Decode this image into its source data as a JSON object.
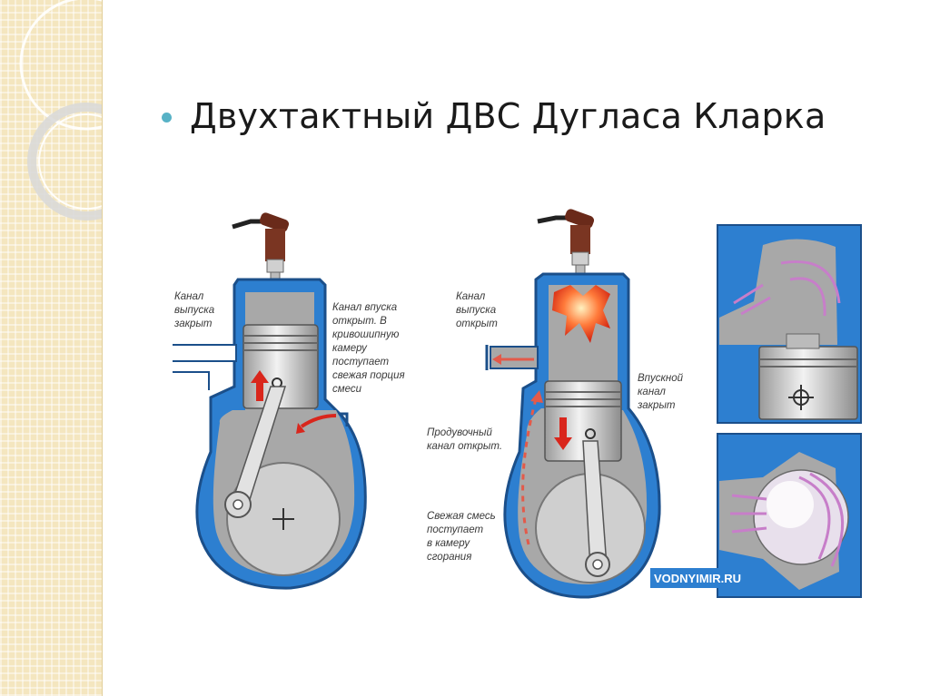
{
  "slide": {
    "title": "Двухтактный ДВС  Дугласа Кларка"
  },
  "diagram": {
    "left_labels": {
      "exhaust_closed": [
        "Канал",
        "выпуска",
        "закрыт"
      ],
      "intake_open": [
        "Канал впуска",
        "открыт. В",
        "кривошипную",
        "камеру",
        "поступает",
        "свежая порция",
        "смеси"
      ]
    },
    "middle_labels": {
      "exhaust_open": [
        "Канал",
        "выпуска",
        "открыт"
      ],
      "intake_closed": [
        "Впускной",
        "канал",
        "закрыт"
      ],
      "transfer_open": [
        "Продувочный",
        "канал открыт."
      ],
      "fresh_mix": [
        "Свежая смесь",
        "поступает",
        "в камеру",
        "сгорания"
      ]
    },
    "watermark": "VODNYIMIR.RU"
  },
  "colors": {
    "accent": "#57b2c6",
    "cylinder_blue": "#2d7fd0",
    "engine_grey": "#a8a8a8",
    "arrow_red": "#d9261c"
  }
}
